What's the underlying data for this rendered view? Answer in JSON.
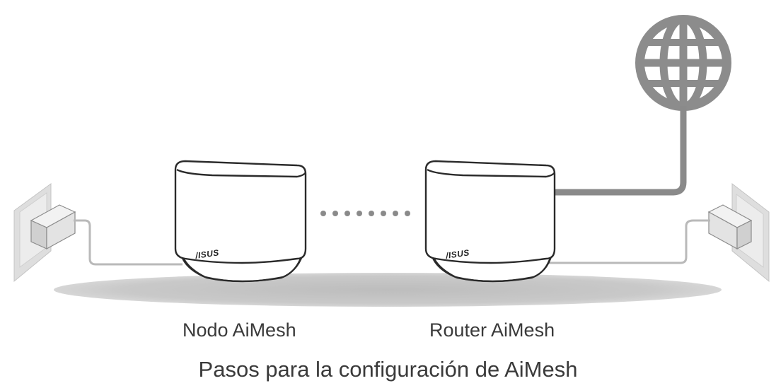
{
  "labels": {
    "node": "Nodo AiMesh",
    "router": "Router AiMesh",
    "caption": "Pasos para la configuración de AiMesh"
  },
  "devices": {
    "node_brand": "/ISUS",
    "router_brand": "/ISUS"
  },
  "icons": {
    "globe": "globe-icon",
    "wall_outlet": "wall-outlet-icon",
    "power_adapter": "power-adapter-icon"
  },
  "colors": {
    "line": "#b9b9b9",
    "ethernet": "#8a8a8a",
    "globe": "#8c8c8c",
    "shadow": "#c8c8c8",
    "outline": "#2a2a2a"
  }
}
